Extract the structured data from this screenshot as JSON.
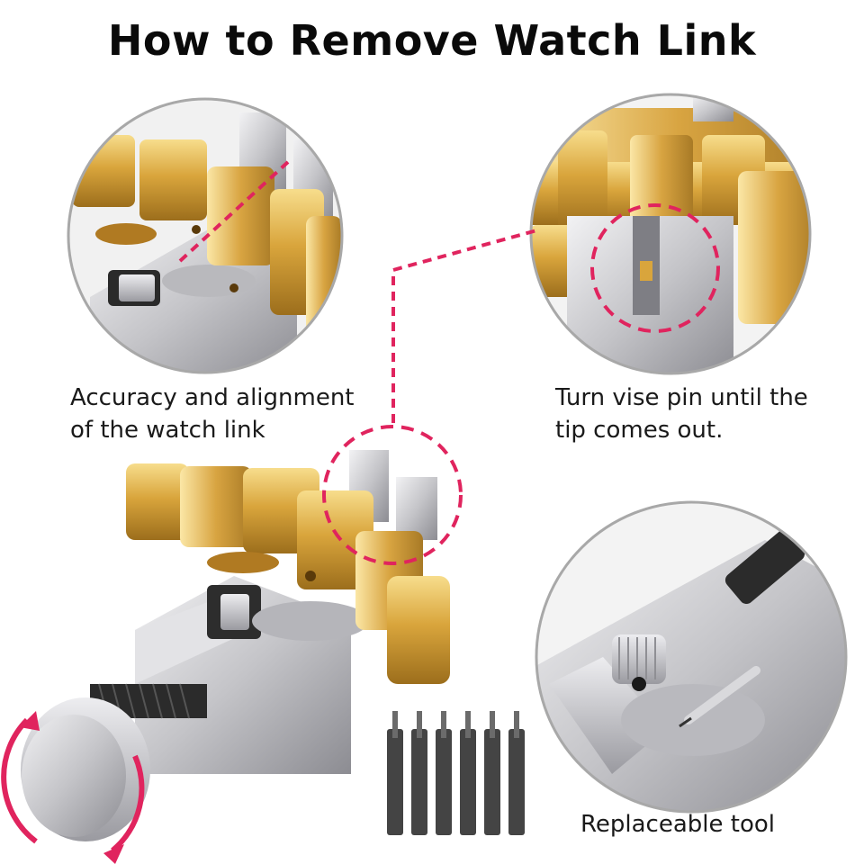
{
  "title": "How to Remove Watch Link",
  "captions": {
    "alignment": [
      "Accuracy and alignment",
      "of the watch link"
    ],
    "vise_pin": [
      "Turn vise pin until the",
      "tip comes out."
    ],
    "replaceable": [
      "Replaceable tool"
    ]
  },
  "colors": {
    "accent": "#e0245e",
    "gold": "#e2b450",
    "silver": "#c8c8cc",
    "circle_border": "#9a9a9a"
  }
}
